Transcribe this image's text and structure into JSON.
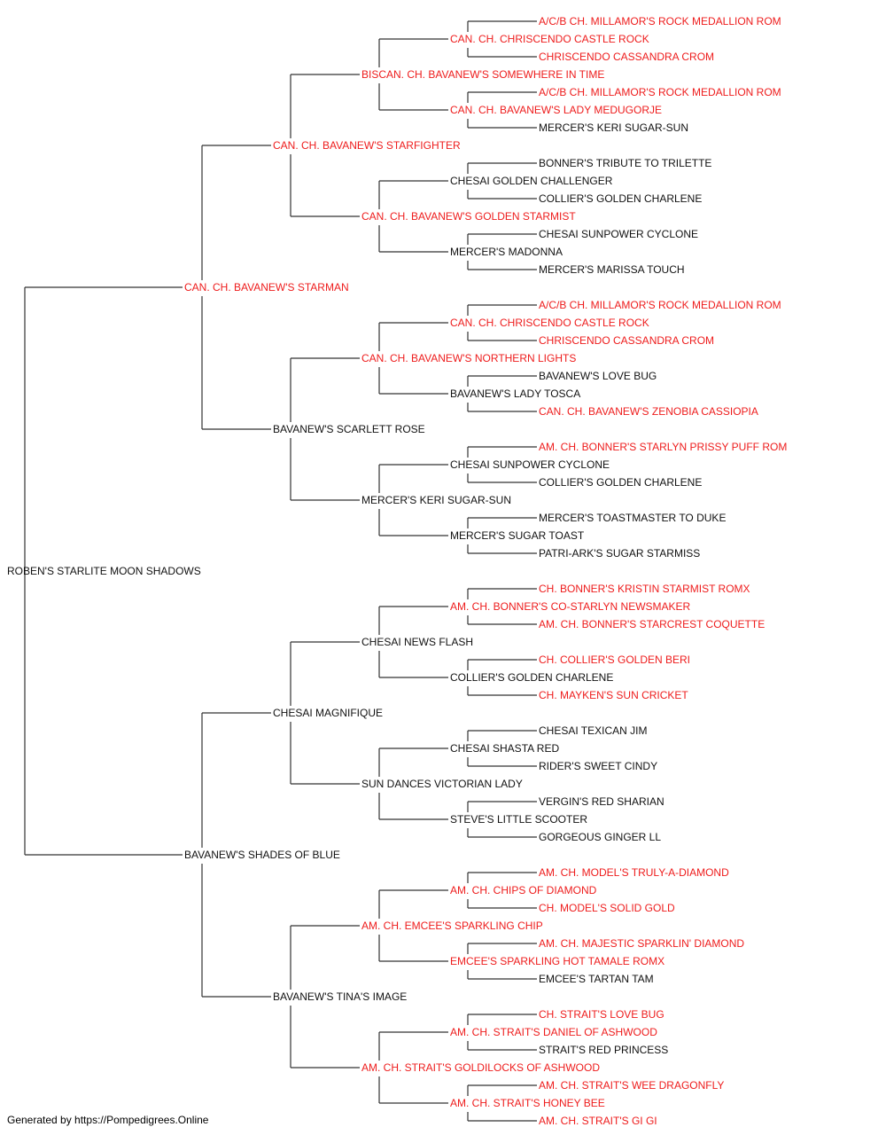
{
  "colors": {
    "titled": "#ee1c1c",
    "normal": "#111111",
    "connector": "#333333"
  },
  "pedigree": {
    "name": "ROBEN'S STARLITE MOON SHADOWS",
    "titled": false,
    "sire": {
      "name": "CAN. CH. BAVANEW'S STARMAN",
      "titled": true,
      "sire": {
        "name": "CAN. CH. BAVANEW'S STARFIGHTER",
        "titled": true,
        "sire": {
          "name": "BISCAN. CH. BAVANEW'S SOMEWHERE IN TIME",
          "titled": true,
          "sire": {
            "name": "CAN. CH. CHRISCENDO CASTLE ROCK",
            "titled": true,
            "sire": {
              "name": "A/C/B CH. MILLAMOR'S ROCK MEDALLION ROM",
              "titled": true
            },
            "dam": {
              "name": "CHRISCENDO CASSANDRA CROM",
              "titled": true
            }
          },
          "dam": {
            "name": "CAN. CH. BAVANEW'S LADY MEDUGORJE",
            "titled": true,
            "sire": {
              "name": "A/C/B CH. MILLAMOR'S ROCK MEDALLION ROM",
              "titled": true
            },
            "dam": {
              "name": "MERCER'S KERI SUGAR-SUN",
              "titled": false
            }
          }
        },
        "dam": {
          "name": "CAN. CH. BAVANEW'S GOLDEN STARMIST",
          "titled": true,
          "sire": {
            "name": "CHESAI GOLDEN CHALLENGER",
            "titled": false,
            "sire": {
              "name": "BONNER'S TRIBUTE TO TRILETTE",
              "titled": false
            },
            "dam": {
              "name": "COLLIER'S GOLDEN CHARLENE",
              "titled": false
            }
          },
          "dam": {
            "name": "MERCER'S MADONNA",
            "titled": false,
            "sire": {
              "name": "CHESAI SUNPOWER CYCLONE",
              "titled": false
            },
            "dam": {
              "name": "MERCER'S MARISSA TOUCH",
              "titled": false
            }
          }
        }
      },
      "dam": {
        "name": "BAVANEW'S SCARLETT ROSE",
        "titled": false,
        "sire": {
          "name": "CAN. CH. BAVANEW'S NORTHERN LIGHTS",
          "titled": true,
          "sire": {
            "name": "CAN. CH. CHRISCENDO CASTLE ROCK",
            "titled": true,
            "sire": {
              "name": "A/C/B CH. MILLAMOR'S ROCK MEDALLION ROM",
              "titled": true
            },
            "dam": {
              "name": "CHRISCENDO CASSANDRA CROM",
              "titled": true
            }
          },
          "dam": {
            "name": "BAVANEW'S LADY TOSCA",
            "titled": false,
            "sire": {
              "name": "BAVANEW'S LOVE BUG",
              "titled": false
            },
            "dam": {
              "name": "CAN. CH. BAVANEW'S ZENOBIA CASSIOPIA",
              "titled": true
            }
          }
        },
        "dam": {
          "name": "MERCER'S KERI SUGAR-SUN",
          "titled": false,
          "sire": {
            "name": "CHESAI SUNPOWER CYCLONE",
            "titled": false,
            "sire": {
              "name": "AM. CH. BONNER'S STARLYN PRISSY PUFF ROM",
              "titled": true
            },
            "dam": {
              "name": "COLLIER'S GOLDEN CHARLENE",
              "titled": false
            }
          },
          "dam": {
            "name": "MERCER'S SUGAR TOAST",
            "titled": false,
            "sire": {
              "name": "MERCER'S TOASTMASTER TO DUKE",
              "titled": false
            },
            "dam": {
              "name": "PATRI-ARK'S SUGAR STARMISS",
              "titled": false
            }
          }
        }
      }
    },
    "dam": {
      "name": "BAVANEW'S SHADES OF BLUE",
      "titled": false,
      "sire": {
        "name": "CHESAI MAGNIFIQUE",
        "titled": false,
        "sire": {
          "name": "CHESAI NEWS FLASH",
          "titled": false,
          "sire": {
            "name": "AM. CH. BONNER'S CO-STARLYN NEWSMAKER",
            "titled": true,
            "sire": {
              "name": "CH. BONNER'S KRISTIN STARMIST ROMX",
              "titled": true
            },
            "dam": {
              "name": "AM. CH. BONNER'S STARCREST COQUETTE",
              "titled": true
            }
          },
          "dam": {
            "name": "COLLIER'S GOLDEN CHARLENE",
            "titled": false,
            "sire": {
              "name": "CH. COLLIER'S GOLDEN BERI",
              "titled": true
            },
            "dam": {
              "name": "CH. MAYKEN'S SUN CRICKET",
              "titled": true
            }
          }
        },
        "dam": {
          "name": "SUN DANCES VICTORIAN LADY",
          "titled": false,
          "sire": {
            "name": "CHESAI SHASTA RED",
            "titled": false,
            "sire": {
              "name": "CHESAI TEXICAN JIM",
              "titled": false
            },
            "dam": {
              "name": "RIDER'S SWEET CINDY",
              "titled": false
            }
          },
          "dam": {
            "name": "STEVE'S LITTLE SCOOTER",
            "titled": false,
            "sire": {
              "name": "VERGIN'S RED SHARIAN",
              "titled": false
            },
            "dam": {
              "name": "GORGEOUS GINGER LL",
              "titled": false
            }
          }
        }
      },
      "dam": {
        "name": "BAVANEW'S TINA'S IMAGE",
        "titled": false,
        "sire": {
          "name": "AM. CH. EMCEE'S SPARKLING CHIP",
          "titled": true,
          "sire": {
            "name": "AM. CH. CHIPS OF DIAMOND",
            "titled": true,
            "sire": {
              "name": "AM. CH. MODEL'S TRULY-A-DIAMOND",
              "titled": true
            },
            "dam": {
              "name": "CH. MODEL'S SOLID GOLD",
              "titled": true
            }
          },
          "dam": {
            "name": "EMCEE'S SPARKLING HOT TAMALE ROMX",
            "titled": true,
            "sire": {
              "name": "AM. CH. MAJESTIC SPARKLIN' DIAMOND",
              "titled": true
            },
            "dam": {
              "name": "EMCEE'S TARTAN TAM",
              "titled": false
            }
          }
        },
        "dam": {
          "name": "AM. CH. STRAIT'S GOLDILOCKS OF ASHWOOD",
          "titled": true,
          "sire": {
            "name": "AM. CH. STRAIT'S DANIEL OF ASHWOOD",
            "titled": true,
            "sire": {
              "name": "CH. STRAIT'S LOVE BUG",
              "titled": true
            },
            "dam": {
              "name": "STRAIT'S RED PRINCESS",
              "titled": false
            }
          },
          "dam": {
            "name": "AM. CH. STRAIT'S HONEY BEE",
            "titled": true,
            "sire": {
              "name": "AM. CH. STRAIT'S WEE DRAGONFLY",
              "titled": true
            },
            "dam": {
              "name": "AM. CH. STRAIT'S GI GI",
              "titled": true
            }
          }
        }
      }
    }
  },
  "footer": {
    "text": "Generated by https://Pompedigrees.Online"
  }
}
